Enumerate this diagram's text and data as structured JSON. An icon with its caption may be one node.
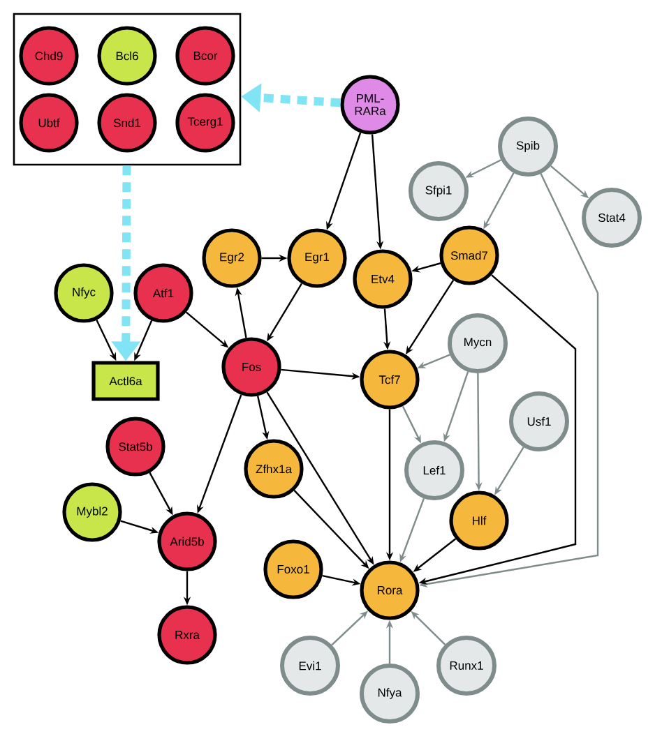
{
  "diagram": {
    "nodes": [
      {
        "text": [],
        "shape": "box"
      },
      {
        "text": [
          "Chd9"
        ],
        "in": 0
      },
      {
        "text": [
          "Bcl6"
        ],
        "in": 0
      },
      {
        "text": [
          "Bcor"
        ],
        "in": 0
      },
      {
        "text": [
          "Ubtf"
        ],
        "in": 0
      },
      {
        "text": [
          "Snd1"
        ],
        "in": 0
      },
      {
        "text": [
          "Tcerg1"
        ],
        "in": 0
      },
      {
        "text": [
          "PML-RARa"
        ]
      },
      {
        "text": [
          "Spib"
        ]
      },
      {
        "text": [
          "Sfpi1"
        ]
      },
      {
        "text": [
          "Stat4"
        ]
      },
      {
        "text": [
          "Egr2"
        ]
      },
      {
        "text": [
          "Egr1"
        ]
      },
      {
        "text": [
          "Etv4"
        ]
      },
      {
        "text": [
          "Smad7"
        ]
      },
      {
        "text": [
          "Nfyc"
        ]
      },
      {
        "text": [
          "Atf1"
        ]
      },
      {
        "text": [
          "Actl6a"
        ]
      },
      {
        "text": [
          "Fos"
        ]
      },
      {
        "text": [
          "Tcf7"
        ]
      },
      {
        "text": [
          "Mycn"
        ]
      },
      {
        "text": [
          "Usf1"
        ]
      },
      {
        "text": [
          "Lef1"
        ]
      },
      {
        "text": [
          "Hlf"
        ]
      },
      {
        "text": [
          "Stat5b"
        ]
      },
      {
        "text": [
          "Mybl2"
        ]
      },
      {
        "text": [
          "Arid5b"
        ]
      },
      {
        "text": [
          "Rxra"
        ]
      },
      {
        "text": [
          "Zfhx1a"
        ]
      },
      {
        "text": [
          "Foxo1"
        ]
      },
      {
        "text": [
          "Rora"
        ]
      },
      {
        "text": [
          "Evi1"
        ]
      },
      {
        "text": [
          "Nfya"
        ]
      },
      {
        "text": [
          "Runx1"
        ]
      }
    ],
    "edges": [
      {
        "from": 7,
        "to": 0,
        "arrow": "to",
        "style": "dashed",
        "color": "#80e4f4"
      },
      {
        "from": 0,
        "to": 17,
        "arrow": "to",
        "style": "dashed",
        "color": "#80e4f4"
      },
      {
        "from": 7,
        "to": 12,
        "arrow": "to"
      },
      {
        "from": 7,
        "to": 13,
        "arrow": "to"
      },
      {
        "from": 8,
        "to": 9,
        "arrow": "to",
        "color": "#7f8c8c"
      },
      {
        "from": 8,
        "to": 10,
        "arrow": "to",
        "color": "#7f8c8c"
      },
      {
        "from": 8,
        "to": 14,
        "arrow": "to",
        "color": "#7f8c8c"
      },
      {
        "from": 8,
        "to": 30,
        "arrow": "to",
        "color": "#7f8c8c"
      },
      {
        "from": 14,
        "to": 13,
        "arrow": "to"
      },
      {
        "from": 14,
        "to": 19,
        "arrow": "to"
      },
      {
        "from": 14,
        "to": 30,
        "arrow": "to"
      },
      {
        "from": 11,
        "to": 12,
        "arrow": "to"
      },
      {
        "from": 12,
        "to": 18,
        "arrow": "to"
      },
      {
        "from": 18,
        "to": 11,
        "arrow": "to"
      },
      {
        "from": 16,
        "to": 18,
        "arrow": "to"
      },
      {
        "from": 15,
        "to": 17,
        "arrow": "to"
      },
      {
        "from": 16,
        "to": 17,
        "arrow": "to"
      },
      {
        "from": 18,
        "to": 19,
        "arrow": "to"
      },
      {
        "from": 18,
        "to": 28,
        "arrow": "to"
      },
      {
        "from": 18,
        "to": 26,
        "arrow": "to"
      },
      {
        "from": 18,
        "to": 30,
        "arrow": "to"
      },
      {
        "from": 13,
        "to": 19,
        "arrow": "to"
      },
      {
        "from": 19,
        "to": 30,
        "arrow": "to"
      },
      {
        "from": 19,
        "to": 22,
        "arrow": "to",
        "color": "#7f8c8c"
      },
      {
        "from": 20,
        "to": 19,
        "arrow": "to",
        "color": "#7f8c8c"
      },
      {
        "from": 20,
        "to": 22,
        "arrow": "to",
        "color": "#7f8c8c"
      },
      {
        "from": 20,
        "to": 23,
        "arrow": "to",
        "color": "#7f8c8c"
      },
      {
        "from": 21,
        "to": 23,
        "arrow": "to",
        "color": "#7f8c8c"
      },
      {
        "from": 22,
        "to": 30,
        "arrow": "to",
        "color": "#7f8c8c"
      },
      {
        "from": 23,
        "to": 30,
        "arrow": "to"
      },
      {
        "from": 28,
        "to": 30,
        "arrow": "to"
      },
      {
        "from": 29,
        "to": 30,
        "arrow": "to"
      },
      {
        "from": 31,
        "to": 30,
        "arrow": "to",
        "color": "#7f8c8c"
      },
      {
        "from": 32,
        "to": 30,
        "arrow": "to",
        "color": "#7f8c8c"
      },
      {
        "from": 33,
        "to": 30,
        "arrow": "to",
        "color": "#7f8c8c"
      },
      {
        "from": 24,
        "to": 26,
        "arrow": "to"
      },
      {
        "from": 25,
        "to": 26,
        "arrow": "to"
      },
      {
        "from": 26,
        "to": 27,
        "arrow": "to"
      }
    ]
  }
}
